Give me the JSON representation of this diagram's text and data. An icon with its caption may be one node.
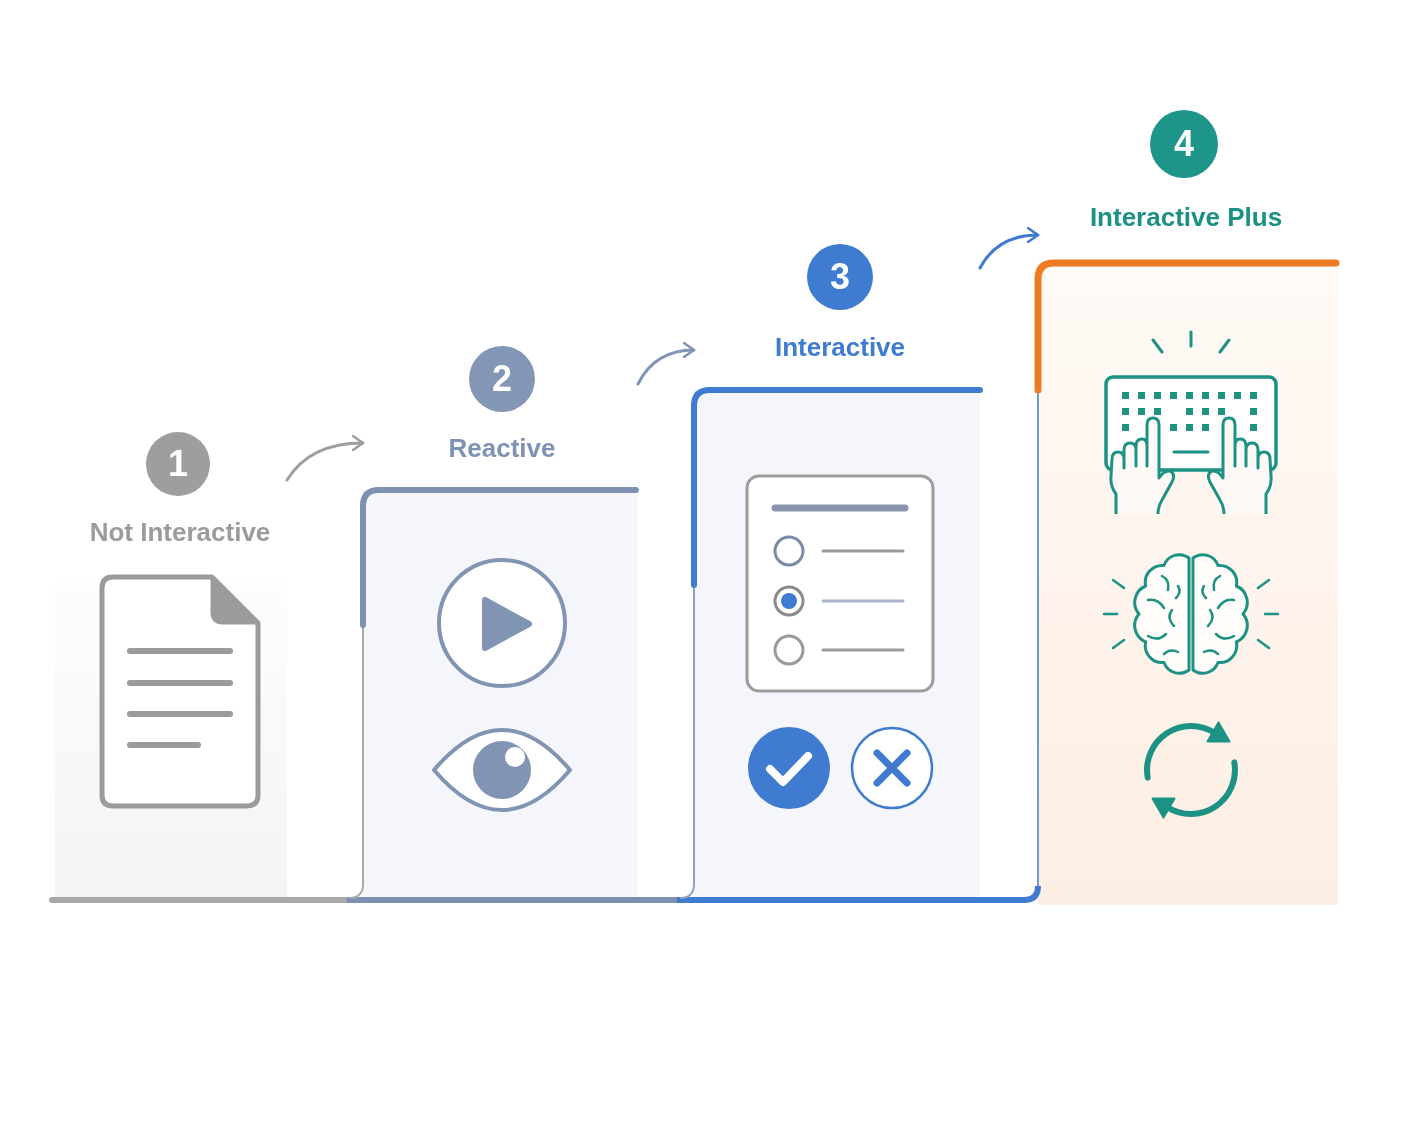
{
  "diagram": {
    "nodes": [
      {
        "text": [
          "Not Interactive"
        ]
      },
      {
        "text": [
          "1"
        ],
        "in": 0
      },
      {
        "text": [
          "Reactive"
        ]
      },
      {
        "text": [
          "2"
        ],
        "in": 2
      },
      {
        "text": [
          "Interactive"
        ]
      },
      {
        "text": [
          "3"
        ],
        "in": 4
      },
      {
        "text": [
          "Interactive Plus"
        ]
      },
      {
        "text": [
          "4"
        ],
        "in": 6
      }
    ],
    "edges": [
      {
        "from": 0,
        "to": 2,
        "arrow": "to",
        "color": "#9e9e9e"
      },
      {
        "from": 2,
        "to": 4,
        "arrow": "to",
        "color": "#7f93b5"
      },
      {
        "from": 4,
        "to": 6,
        "arrow": "to",
        "color": "#3f7bd1"
      }
    ]
  }
}
